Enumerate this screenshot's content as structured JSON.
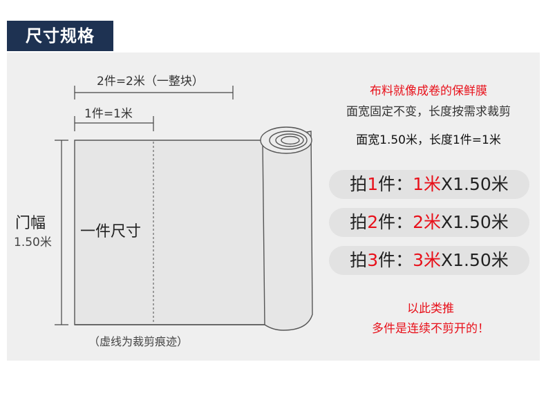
{
  "section_title": "尺寸规格",
  "dims": {
    "top_span": "2件=2米（一整块）",
    "single_span": "1件=1米",
    "side_label": "门幅",
    "side_value": "1.50米",
    "center_label": "一件尺寸",
    "bottom_note": "（虚线为裁剪痕迹）"
  },
  "notes": {
    "line1": "布料就像成卷的保鲜膜",
    "line2": "面宽固定不变，长度按需求裁剪",
    "line3": "面宽1.50米，长度1件=1米"
  },
  "options": [
    {
      "prefix": "拍",
      "qty": "1",
      "mid": "件：",
      "len": "1米",
      "suffix": "X1.50米"
    },
    {
      "prefix": "拍",
      "qty": "2",
      "mid": "件：",
      "len": "2米",
      "suffix": "X1.50米"
    },
    {
      "prefix": "拍",
      "qty": "3",
      "mid": "件：",
      "len": "3米",
      "suffix": "X1.50米"
    }
  ],
  "footer": {
    "line1": "以此类推",
    "line2": "多件是连续不剪开的！"
  },
  "colors": {
    "header_bg": "#1e3252",
    "accent_red": "#e8101a",
    "panel_bg": "#efefef"
  }
}
